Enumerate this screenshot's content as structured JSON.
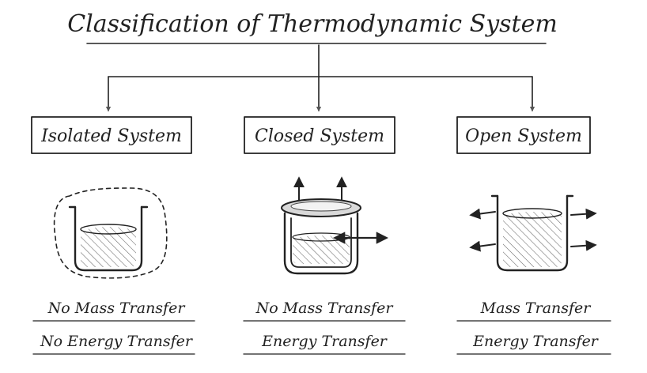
{
  "title": "Classification of Thermodynamic System",
  "systems": [
    {
      "label": "Isolated System",
      "mass": "No Mass Transfer",
      "energy": "No Energy Transfer"
    },
    {
      "label": "Closed System",
      "mass": "No Mass Transfer",
      "energy": "Energy Transfer"
    },
    {
      "label": "Open System",
      "mass": "Mass Transfer",
      "energy": "Energy Transfer"
    }
  ]
}
